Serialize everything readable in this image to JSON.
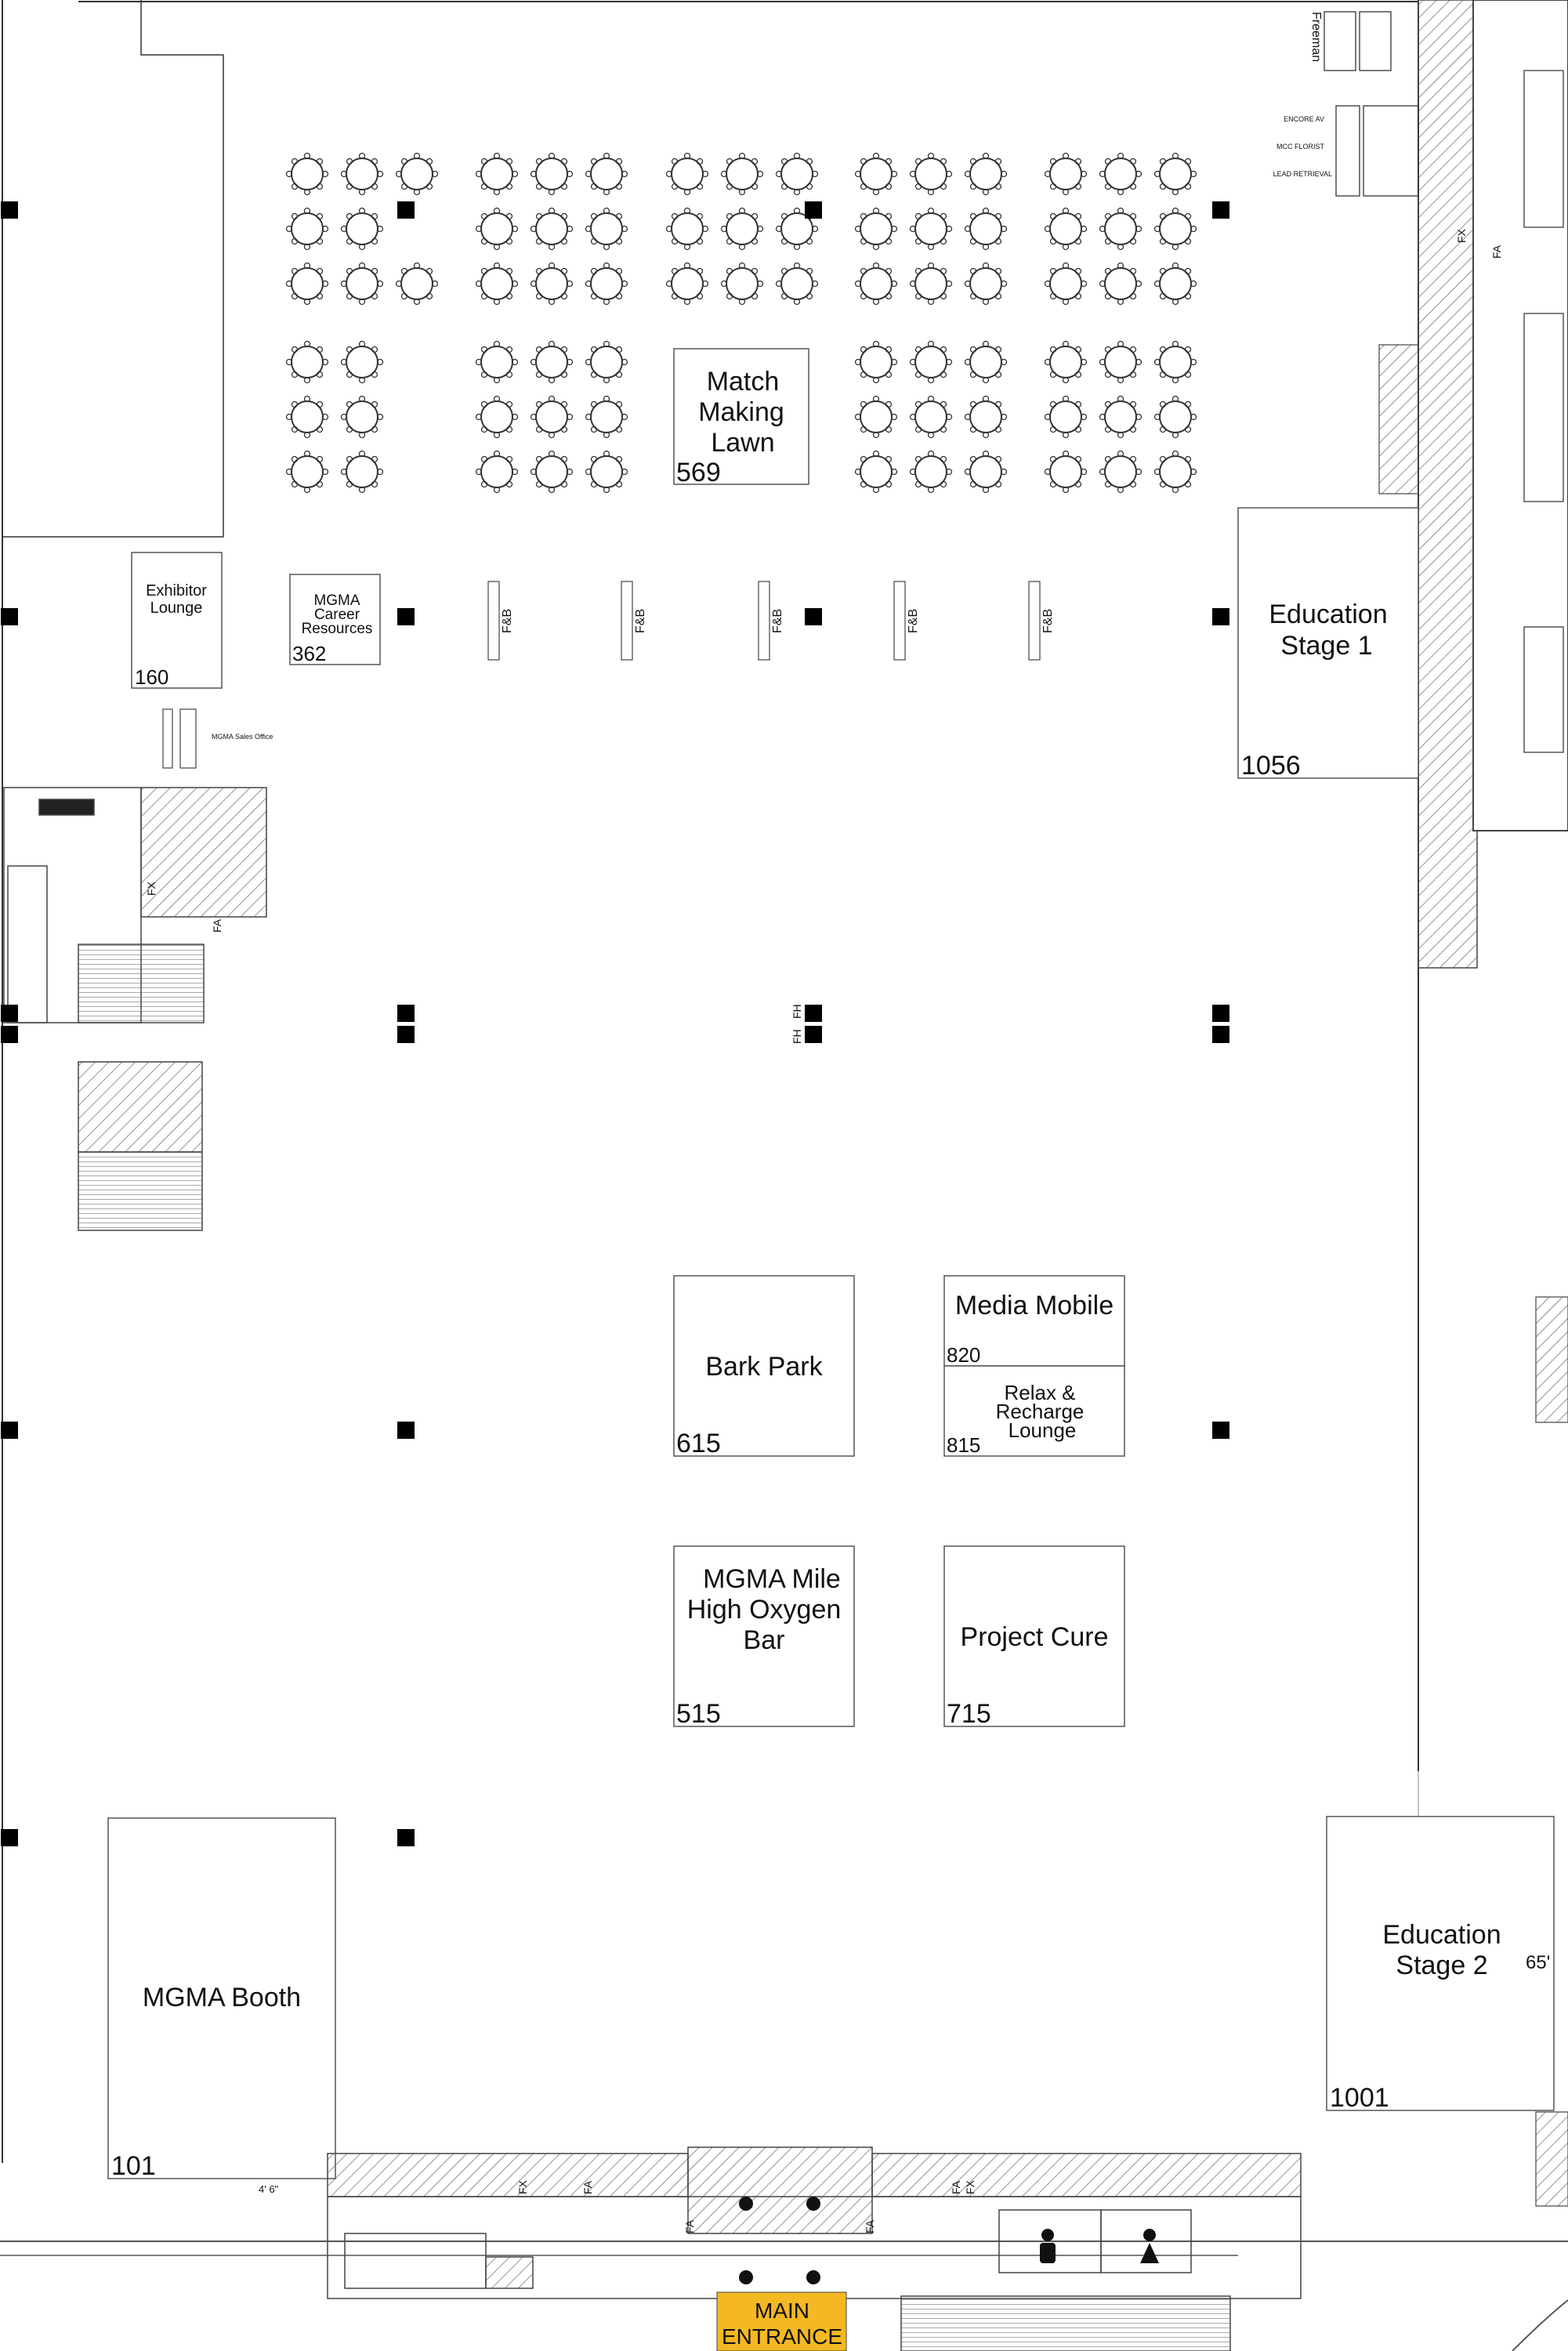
{
  "vendors": {
    "freeman": "Freeman",
    "encore": "ENCORE AV",
    "mcc_florist": "MCC FLORIST",
    "lead_retrieval": "LEAD RETRIEVAL"
  },
  "booths": {
    "exhibitor_lounge": {
      "name_line1": "Exhibitor",
      "name_line2": "Lounge",
      "number": "160"
    },
    "career_resources": {
      "name_line1": "MGMA",
      "name_line2": "Career",
      "name_line3": "Resources",
      "number": "362"
    },
    "matchmaking_lawn": {
      "name_line1": "Match",
      "name_line2": "Making",
      "name_line3": "Lawn",
      "number": "569"
    },
    "education_stage_1": {
      "name_line1": "Education",
      "name_line2": "Stage 1",
      "number": "1056"
    },
    "bark_park": {
      "name": "Bark Park",
      "number": "615"
    },
    "media_mobile": {
      "name": "Media Mobile",
      "number": "820"
    },
    "relax_lounge": {
      "name_line1": "Relax &",
      "name_line2": "Recharge",
      "name_line3": "Lounge",
      "number": "815"
    },
    "oxygen_bar": {
      "name_line1": "MGMA Mile",
      "name_line2": "High Oxygen",
      "name_line3": "Bar",
      "number": "515"
    },
    "project_cure": {
      "name": "Project Cure",
      "number": "715"
    },
    "mgma_booth": {
      "name": "MGMA Booth",
      "number": "101"
    },
    "education_stage_2": {
      "name_line1": "Education",
      "name_line2": "Stage 2",
      "number": "1001",
      "dimension": "65'"
    }
  },
  "fb_label": "F&B",
  "sales_office": "MGMA Sales Office",
  "markers": {
    "fx": "FX",
    "fa": "FA",
    "fh": "FH"
  },
  "entrance": {
    "line1": "MAIN",
    "line2": "ENTRANCE",
    "color": "#f4b823"
  },
  "dimension_note": "4' 6\"",
  "colors": {
    "wall_hatch": "#555555",
    "column": "#000000",
    "line": "#444444"
  }
}
